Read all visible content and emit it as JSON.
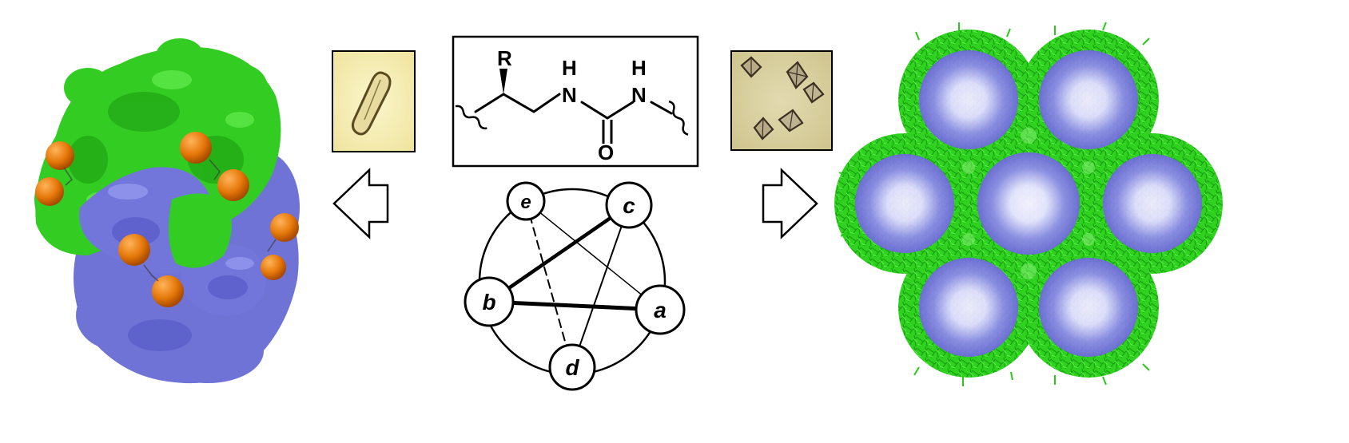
{
  "structure": {
    "r_group": "R",
    "nh_left": "H",
    "n_left": "N",
    "nh_right": "H",
    "n_right": "N",
    "oxygen": "O"
  },
  "helical_wheel": {
    "positions": [
      "a",
      "b",
      "c",
      "d",
      "e"
    ]
  },
  "colors": {
    "green_surface": "#33cc22",
    "blue_surface": "#6f73d6",
    "orange_sphere": "#e6780a",
    "crystal_bg_left": "#f6eeb4",
    "crystal_bg_right": "#d6cc9a"
  }
}
